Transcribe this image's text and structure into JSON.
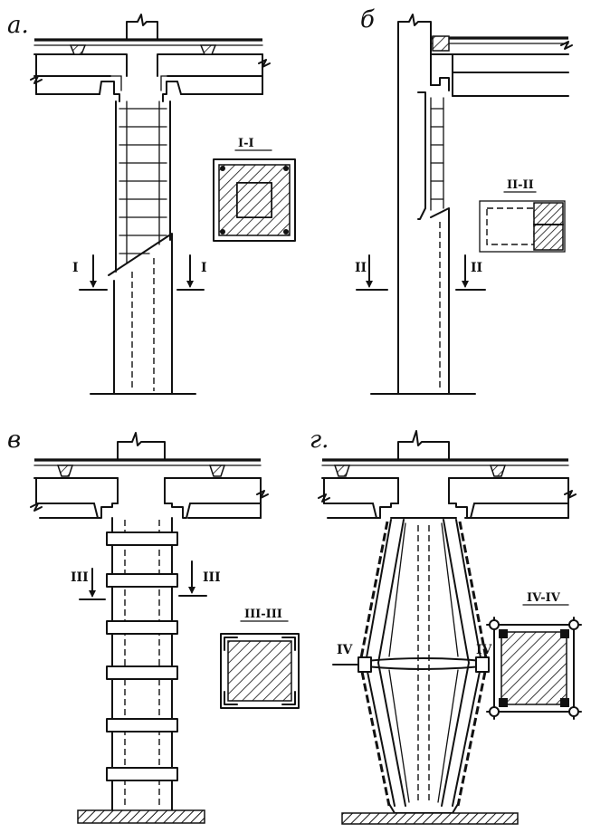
{
  "panels": {
    "a": {
      "letter": "а.",
      "section_title": "I-I",
      "section_mark_left": "I",
      "section_mark_right": "I"
    },
    "b": {
      "letter": "б",
      "section_title": "II-II",
      "section_mark_left": "II",
      "section_mark_right": "II"
    },
    "c": {
      "letter": "в",
      "section_title": "III-III",
      "section_mark_left": "III",
      "section_mark_right": "III"
    },
    "d": {
      "letter": "г.",
      "section_title": "IV-IV",
      "section_mark_left": "IV",
      "section_mark_right": "IV"
    }
  },
  "colors": {
    "ink": "#111111",
    "paper": "#ffffff"
  }
}
